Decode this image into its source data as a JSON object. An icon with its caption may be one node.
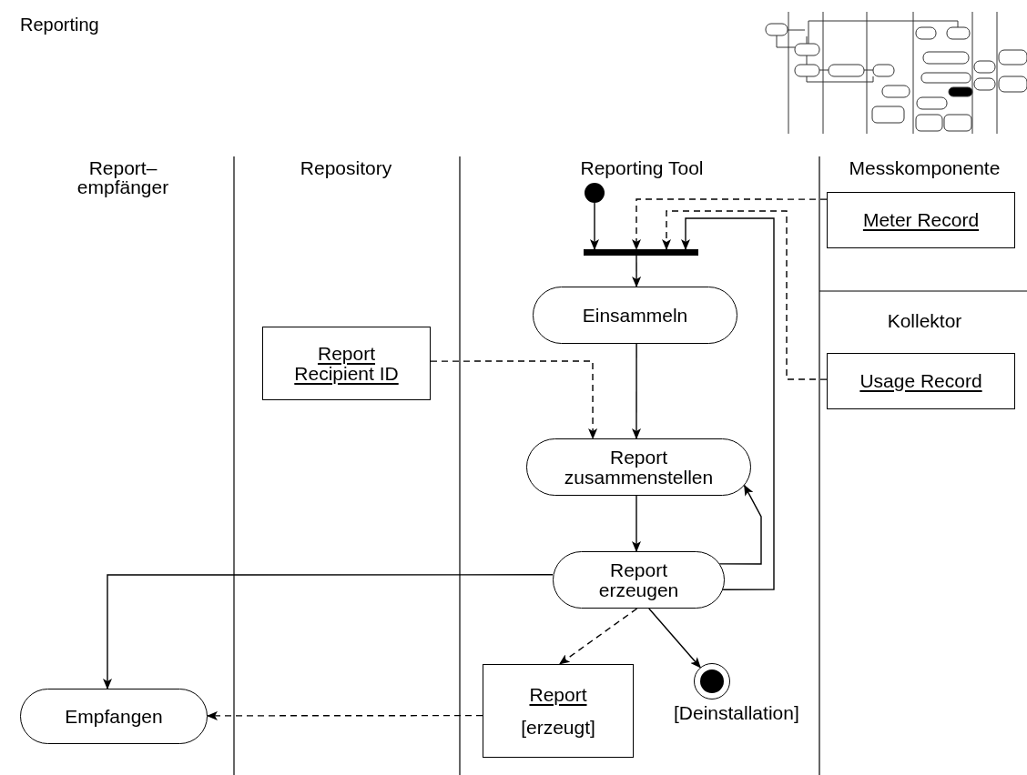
{
  "diagram": {
    "title": "Reporting",
    "nodes": [
      {
        "text": [],
        "shape": "circle"
      },
      {
        "text": [],
        "shape": "bar"
      },
      {
        "text": [
          "Einsammeln"
        ]
      },
      {
        "text": [
          "Report Recipient ID"
        ]
      },
      {
        "text": [
          "Meter Record"
        ]
      },
      {
        "text": [
          "Usage Record"
        ]
      },
      {
        "text": [
          "Report zusammenstellen"
        ]
      },
      {
        "text": [
          "Report erzeugen"
        ]
      },
      {
        "text": [
          "Report",
          "[erzeugt]"
        ]
      },
      {
        "text": [],
        "shape": "circle",
        "beside": [
          "[Deinstallation]"
        ]
      },
      {
        "text": [
          "Empfangen"
        ]
      }
    ],
    "edges": [
      {
        "from": 0,
        "to": 1,
        "arrow": "to"
      },
      {
        "from": 4,
        "to": 1,
        "arrow": "to",
        "style": "dashed"
      },
      {
        "from": 5,
        "to": 1,
        "arrow": "to",
        "style": "dashed"
      },
      {
        "from": 7,
        "to": 1,
        "arrow": "to"
      },
      {
        "from": 1,
        "to": 2,
        "arrow": "to"
      },
      {
        "from": 2,
        "to": 6,
        "arrow": "to"
      },
      {
        "from": 3,
        "to": 6,
        "arrow": "to",
        "style": "dashed"
      },
      {
        "from": 6,
        "to": 7,
        "arrow": "to"
      },
      {
        "from": 7,
        "to": 6,
        "arrow": "to"
      },
      {
        "from": 7,
        "to": 10,
        "arrow": "to"
      },
      {
        "from": 7,
        "to": 8,
        "arrow": "to",
        "style": "dashed"
      },
      {
        "from": 7,
        "to": 9,
        "arrow": "to"
      },
      {
        "from": 8,
        "to": 10,
        "arrow": "to",
        "style": "dashed"
      }
    ],
    "labels": [
      "Report– empfänger",
      "Repository",
      "Reporting Tool",
      "Messkomponente",
      "Kollektor"
    ]
  }
}
